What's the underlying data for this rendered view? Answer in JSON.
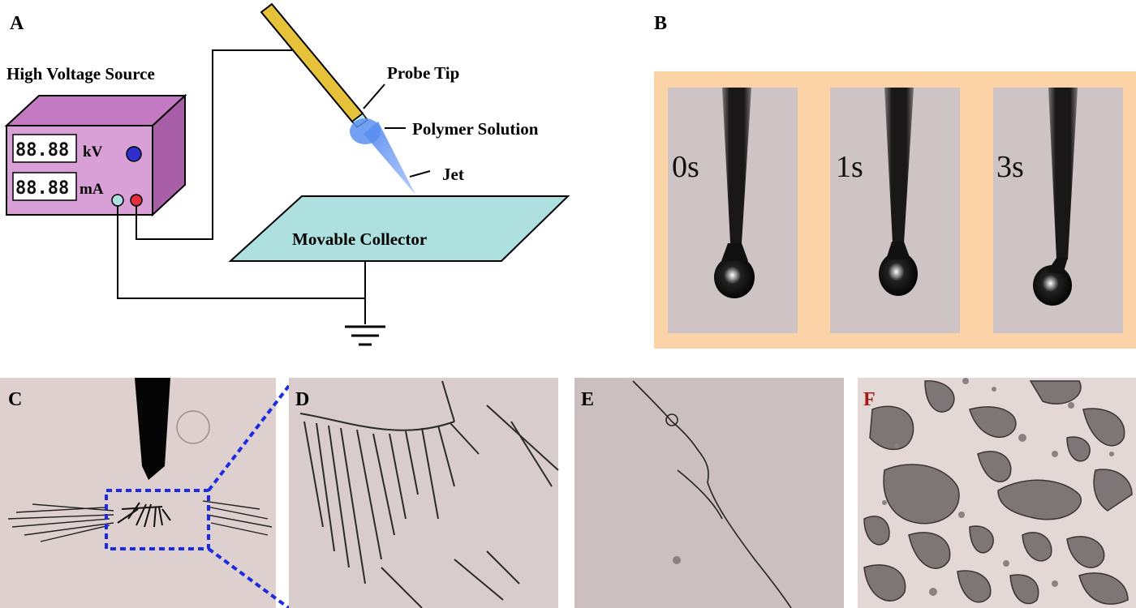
{
  "panels": {
    "a": "A",
    "b": "B",
    "c": "C",
    "d": "D",
    "e": "E",
    "f": "F"
  },
  "schematic": {
    "source_title": "High Voltage Source",
    "kv_readout": "88.88",
    "kv_unit": "kV",
    "ma_readout": "88.88",
    "ma_unit": "mA",
    "probe_tip": "Probe Tip",
    "polymer_solution": "Polymer Solution",
    "jet": "Jet",
    "collector": "Movable Collector"
  },
  "timelapse": {
    "frames": [
      "0s",
      "1s",
      "3s"
    ]
  },
  "colors": {
    "box_front": "#d8a0d6",
    "box_side": "#a85fa8",
    "box_top": "#c47ac2",
    "needle": "#e6c23a",
    "droplet": "#5b8ff0",
    "collector": "#aee0e0",
    "frame_bg": "#fcd3a6",
    "micro_bg": "#ddd0cf",
    "zoom_box": "#1a2be0",
    "letter_f": "#a01818"
  }
}
